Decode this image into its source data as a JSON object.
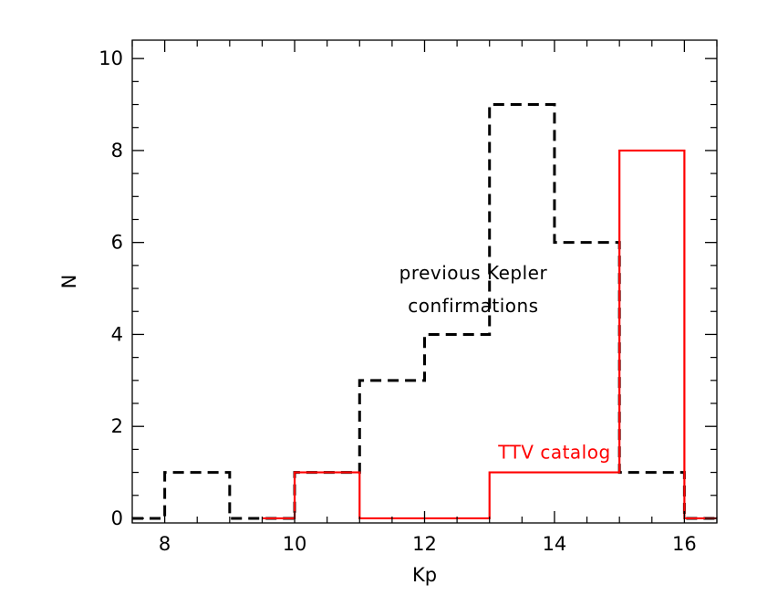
{
  "chart_data": {
    "type": "histogram",
    "xlabel": "Kp",
    "ylabel": "N",
    "xlim": [
      7.5,
      16.5
    ],
    "ylim": [
      -0.1,
      10.4
    ],
    "x_ticks": [
      "8",
      "10",
      "12",
      "14",
      "16"
    ],
    "y_ticks": [
      "0",
      "2",
      "4",
      "6",
      "8",
      "10"
    ],
    "grid": false,
    "bin_width": 0.5,
    "series": [
      {
        "label": "previous Kepler confirmations",
        "color": "#000000",
        "style": "dashed",
        "steps": [
          {
            "x": 7.5,
            "y": 0
          },
          {
            "x": 8.0,
            "y": 1
          },
          {
            "x": 9.0,
            "y": 0
          },
          {
            "x": 10.0,
            "y": 1
          },
          {
            "x": 11.0,
            "y": 3
          },
          {
            "x": 12.0,
            "y": 4
          },
          {
            "x": 13.0,
            "y": 9
          },
          {
            "x": 14.0,
            "y": 6
          },
          {
            "x": 15.0,
            "y": 1
          },
          {
            "x": 16.0,
            "y": 0
          }
        ],
        "x_end": 16.5
      },
      {
        "label": "TTV catalog",
        "color": "#ff0000",
        "style": "solid",
        "steps": [
          {
            "x": 9.5,
            "y": 0
          },
          {
            "x": 10.0,
            "y": 1
          },
          {
            "x": 11.0,
            "y": 0
          },
          {
            "x": 13.0,
            "y": 1
          },
          {
            "x": 15.0,
            "y": 8
          },
          {
            "x": 16.0,
            "y": 0
          }
        ],
        "x_end": 16.5
      }
    ],
    "annotations": [
      {
        "lines": [
          "previous Kepler",
          "confirmations"
        ],
        "color": "#000000",
        "x": 12.75,
        "y": 5.2
      },
      {
        "lines": [
          "TTV catalog"
        ],
        "color": "#ff0000",
        "x": 14.0,
        "y": 1.3
      }
    ]
  }
}
